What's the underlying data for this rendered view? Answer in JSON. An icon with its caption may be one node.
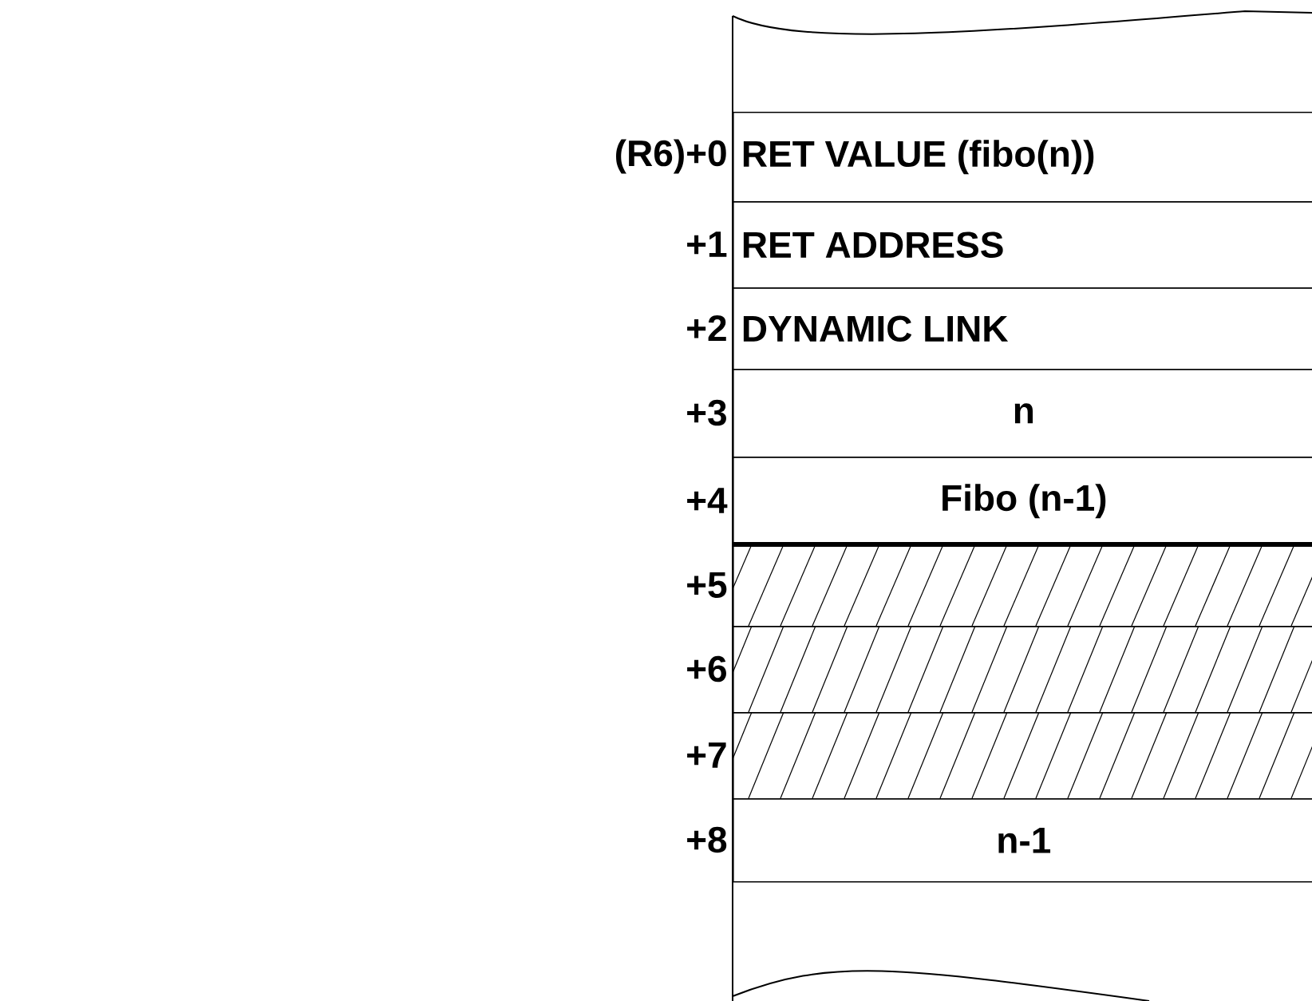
{
  "diagram": {
    "nodes": [
      {
        "text": [
          "RET VALUE (fibo(n))"
        ],
        "beside": [
          "(R6)+0"
        ]
      },
      {
        "text": [
          "RET ADDRESS"
        ],
        "beside": [
          "+1"
        ]
      },
      {
        "text": [
          "DYNAMIC LINK"
        ],
        "beside": [
          "+2"
        ]
      },
      {
        "text": [
          "n"
        ],
        "beside": [
          "+3"
        ]
      },
      {
        "text": [
          "Fibo (n-1)"
        ],
        "beside": [
          "+4"
        ]
      },
      {
        "text": [],
        "shape": "box",
        "beside": [
          "+5"
        ]
      },
      {
        "text": [],
        "shape": "box",
        "beside": [
          "+6"
        ]
      },
      {
        "text": [],
        "shape": "box",
        "beside": [
          "+7"
        ]
      },
      {
        "text": [
          "n-1"
        ],
        "beside": [
          "+8"
        ]
      }
    ]
  }
}
